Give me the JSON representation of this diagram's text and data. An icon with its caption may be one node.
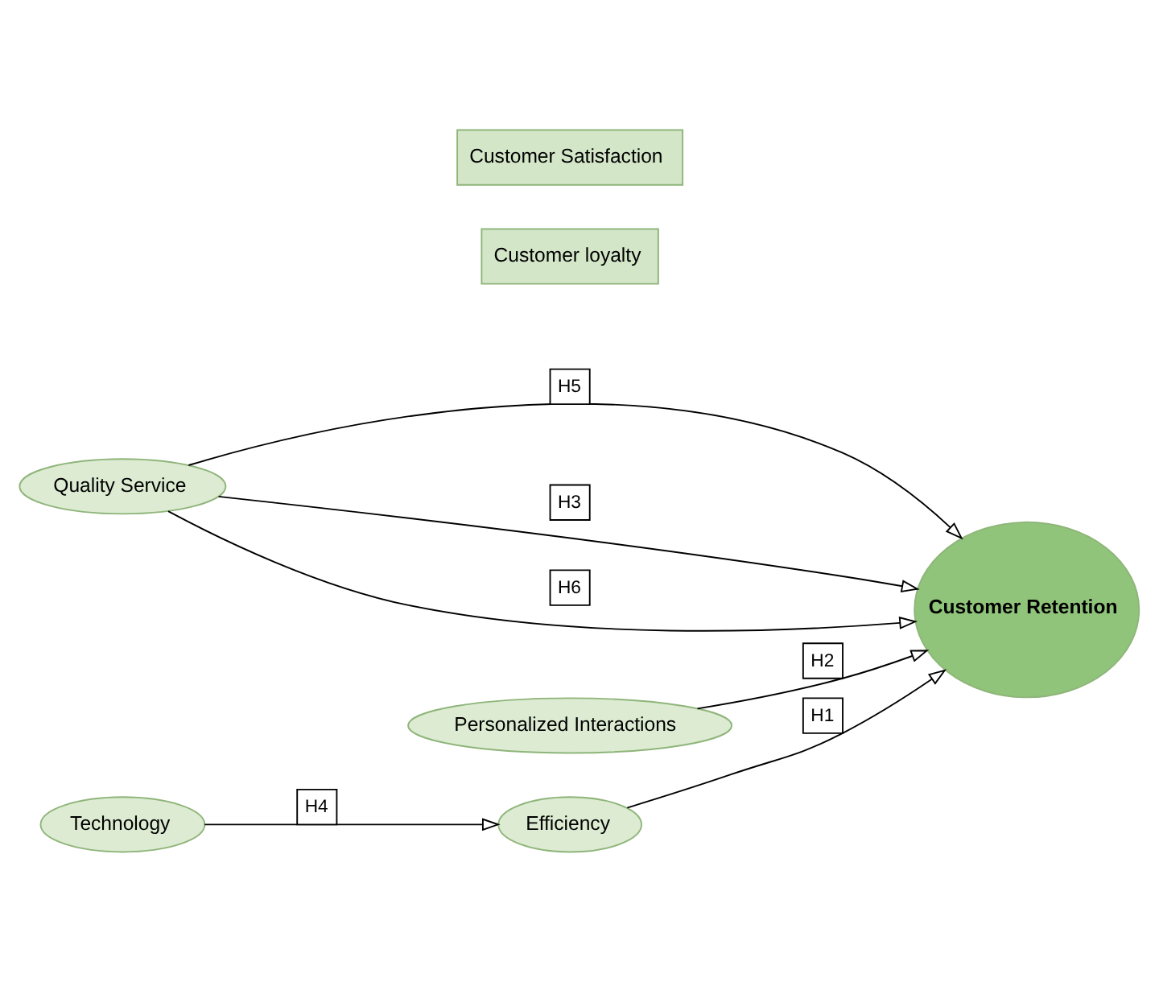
{
  "diagram": {
    "nodes": [
      {
        "text": [
          "Efficiency"
        ]
      },
      {
        "text": [
          "Technology"
        ]
      },
      {
        "text": [
          "Customer loyalty"
        ]
      },
      {
        "text": [
          "Customer Retention"
        ]
      },
      {
        "text": [
          "Quality Service"
        ]
      },
      {
        "text": [
          "Customer Satisfaction"
        ]
      },
      {
        "text": [
          "Personalized Interactions"
        ]
      }
    ],
    "edges": [
      {
        "from": 0,
        "to": 3,
        "arrow": "to",
        "label": "H1"
      },
      {
        "from": 1,
        "to": 0,
        "arrow": "to",
        "label": "H4"
      },
      {
        "from": 4,
        "to": 3,
        "arrow": "to",
        "label": "H5"
      },
      {
        "from": 4,
        "to": 3,
        "arrow": "to",
        "label": "H3"
      },
      {
        "from": 4,
        "to": 3,
        "arrow": "to",
        "label": "H6"
      },
      {
        "from": 6,
        "to": 3,
        "arrow": "to",
        "label": "H2"
      }
    ]
  }
}
